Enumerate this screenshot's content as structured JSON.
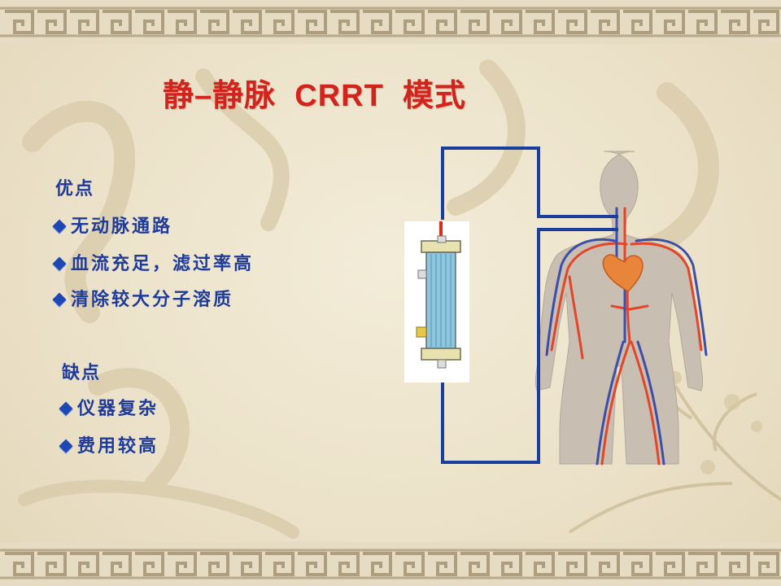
{
  "slide": {
    "title": "静–静脉  CRRT  模式",
    "advantages": {
      "heading": "优点",
      "items": [
        "无动脉通路",
        "血流充足，滤过率高",
        "清除较大分子溶质"
      ]
    },
    "disadvantages": {
      "heading": "缺点",
      "items": [
        "仪器复杂",
        "费用较高"
      ]
    },
    "colors": {
      "title": "#d2231c",
      "text": "#1f3b9a",
      "bullet": "#1e47b6",
      "circuit": "#1a3e9c",
      "artery": "#e2462a",
      "vein": "#3c4ea8"
    },
    "diagram": {
      "filter_icon": "hemofilter-icon",
      "body_icon": "human-circulatory-system-icon"
    }
  }
}
